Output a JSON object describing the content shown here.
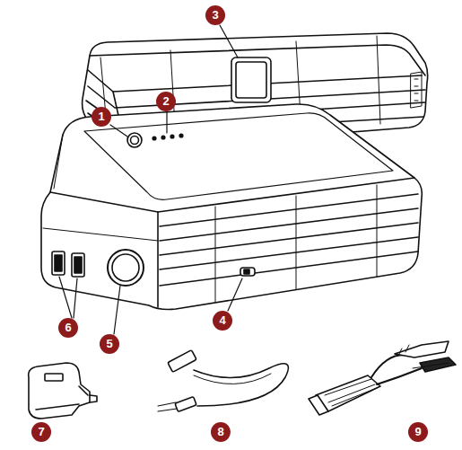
{
  "diagram": {
    "labels": [
      "3",
      "2",
      "1",
      "6",
      "5",
      "4",
      "7",
      "8",
      "9"
    ]
  }
}
